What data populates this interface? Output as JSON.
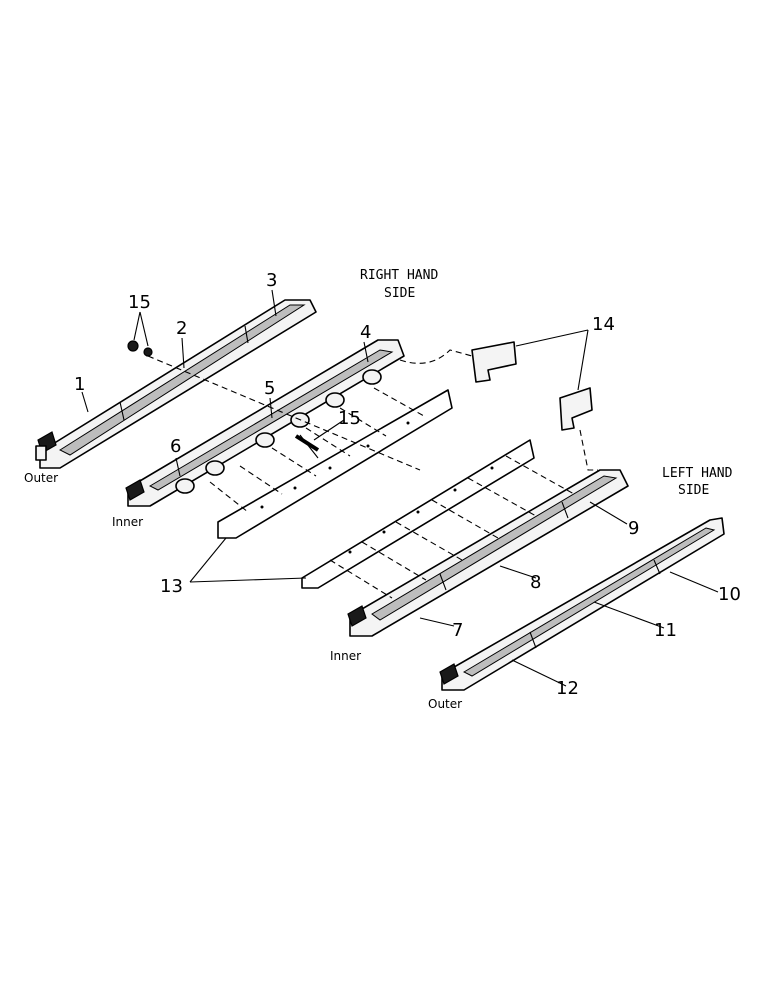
{
  "headings": {
    "right_hand_line1": "RIGHT HAND",
    "right_hand_line2": "SIDE",
    "left_hand_line1": "LEFT HAND",
    "left_hand_line2": "SIDE"
  },
  "captions": {
    "outer_rh": "Outer",
    "inner_rh": "Inner",
    "inner_lh": "Inner",
    "outer_lh": "Outer"
  },
  "callouts": {
    "c1": "1",
    "c2": "2",
    "c3": "3",
    "c4": "4",
    "c5": "5",
    "c6": "6",
    "c7": "7",
    "c8": "8",
    "c9": "9",
    "c10": "10",
    "c11": "11",
    "c12": "12",
    "c13": "13",
    "c14": "14",
    "c15a": "15",
    "c15b": "15"
  }
}
